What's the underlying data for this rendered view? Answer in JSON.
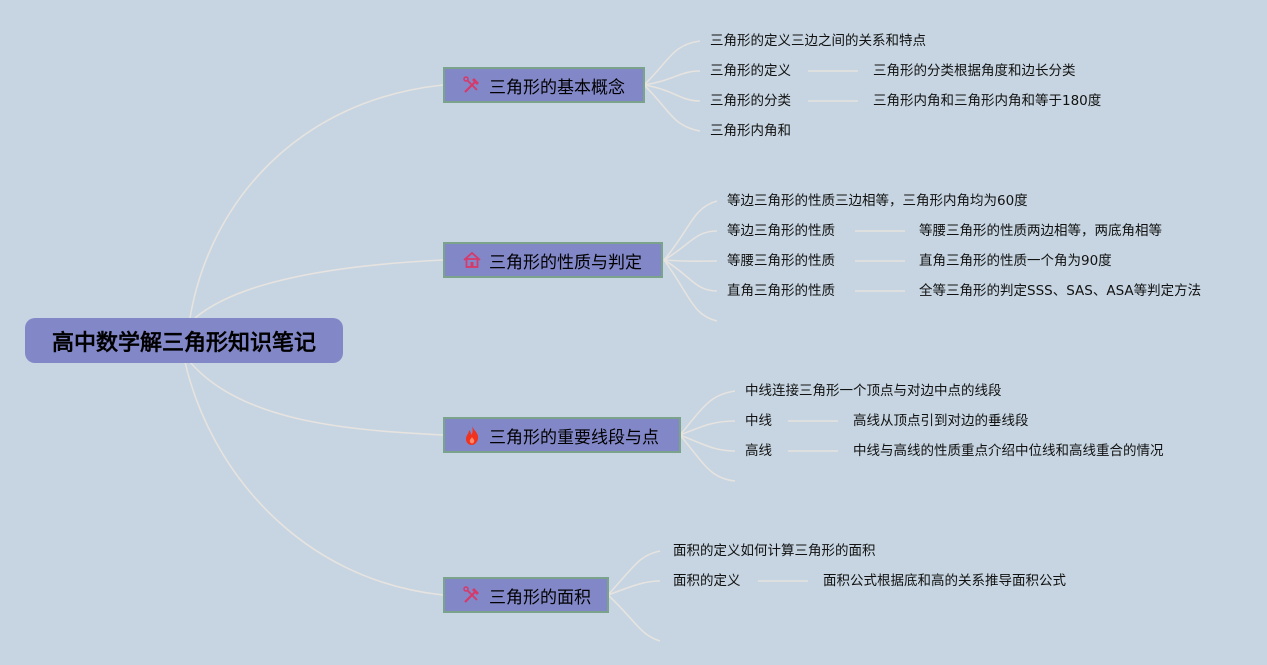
{
  "root": {
    "label": "高中数学解三角形知识笔记"
  },
  "branches": [
    {
      "label": "三角形的基本概念",
      "icon": "tools-icon",
      "items": [
        "三角形的定义三边之间的关系和特点",
        "三角形的定义",
        "三角形的分类",
        "三角形内角和"
      ],
      "subitems": [
        "三角形的分类根据角度和边长分类",
        "三角形内角和三角形内角和等于180度"
      ]
    },
    {
      "label": "三角形的性质与判定",
      "icon": "house-icon",
      "items": [
        "等边三角形的性质三边相等，三角形内角均为60度",
        "等边三角形的性质",
        "等腰三角形的性质",
        "直角三角形的性质"
      ],
      "subitems": [
        "等腰三角形的性质两边相等，两底角相等",
        "直角三角形的性质一个角为90度",
        "全等三角形的判定SSS、SAS、ASA等判定方法"
      ]
    },
    {
      "label": "三角形的重要线段与点",
      "icon": "fire-icon",
      "items": [
        "中线连接三角形一个顶点与对边中点的线段",
        "中线",
        "高线"
      ],
      "subitems": [
        "高线从顶点引到对边的垂线段",
        "中线与高线的性质重点介绍中位线和高线重合的情况"
      ]
    },
    {
      "label": "三角形的面积",
      "icon": "tools-icon",
      "items": [
        "面积的定义如何计算三角形的面积",
        "面积的定义"
      ],
      "subitems": [
        "面积公式根据底和高的关系推导面积公式"
      ]
    }
  ],
  "colors": {
    "background": "#c6d5e1",
    "node_fill": "#8287c8",
    "node_border": "#7ba28a",
    "connector": "#e4e4e4",
    "icon_accent": "#d63a6a",
    "fire": "#f0321e"
  }
}
